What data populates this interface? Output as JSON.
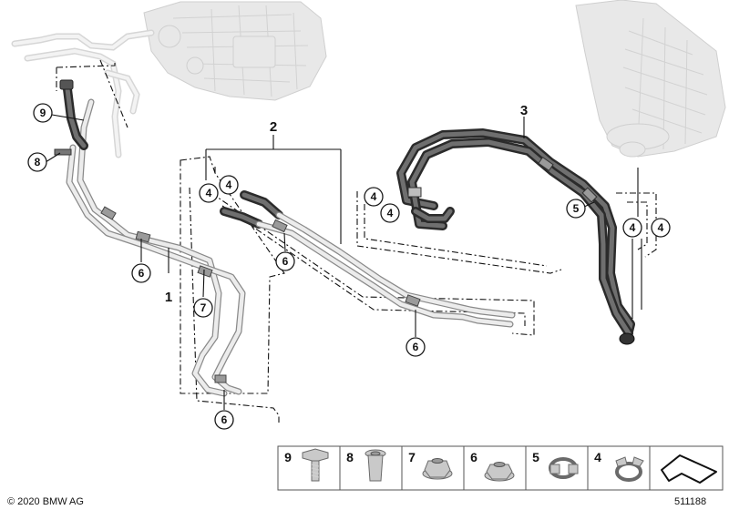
{
  "diagram": {
    "group_labels": {
      "g1": "1",
      "g2": "2",
      "g3": "3"
    },
    "callouts": {
      "c9": "9",
      "c8": "8",
      "c6a": "6",
      "c7": "7",
      "c6b": "6",
      "c4a": "4",
      "c4b": "4",
      "c6c": "6",
      "c6d": "6",
      "c4c": "4",
      "c4d": "4",
      "c5": "5",
      "c4e": "4",
      "c4f": "4"
    },
    "legend": [
      {
        "num": "9",
        "icon": "screw-icon"
      },
      {
        "num": "8",
        "icon": "rivet-nut-icon"
      },
      {
        "num": "7",
        "icon": "hex-nut-icon"
      },
      {
        "num": "6",
        "icon": "collar-nut-icon"
      },
      {
        "num": "5",
        "icon": "hose-clamp-icon"
      },
      {
        "num": "4",
        "icon": "spring-clamp-icon"
      },
      {
        "num": "",
        "icon": "seal-gasket-icon"
      }
    ],
    "copyright": "© 2020 BMW AG",
    "diagram_number": "511188"
  }
}
